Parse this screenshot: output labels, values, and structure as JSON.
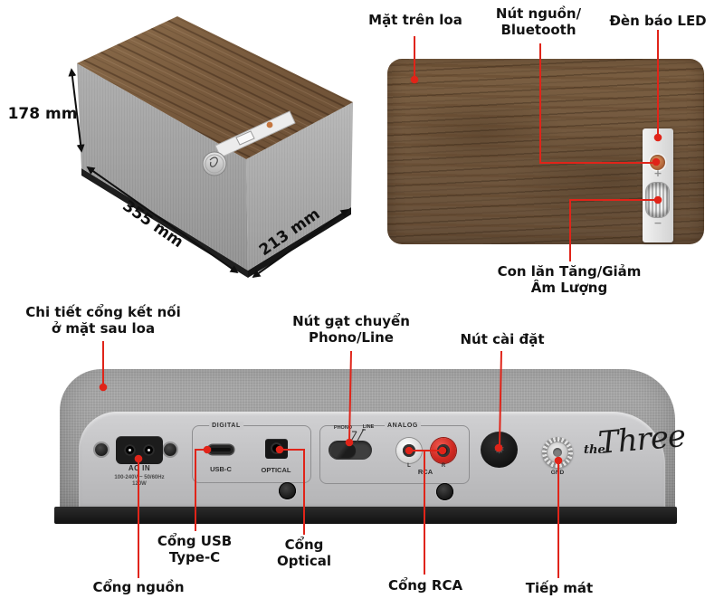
{
  "colors": {
    "accent": "#e02419",
    "wood": "#6e5640",
    "fabric": "#9c9c9c",
    "panel": "#c7c7c9"
  },
  "isometric": {
    "height": "178 mm",
    "width": "355 mm",
    "depth": "213 mm"
  },
  "top_view": {
    "label_top_face": "Mặt trên loa",
    "label_power_1": "Nút nguồn/",
    "label_power_2": "Bluetooth",
    "label_led": "Đèn báo LED",
    "label_volume_1": "Con lăn Tăng/Giảm",
    "label_volume_2": "Âm Lượng",
    "plus": "+",
    "minus": "−"
  },
  "rear_view": {
    "label_detail_1": "Chi tiết cổng kết nối",
    "label_detail_2": "ở mặt sau loa",
    "label_phono_1": "Nút gạt chuyển",
    "label_phono_2": "Phono/Line",
    "label_settings": "Nút cài đặt",
    "label_usb_1": "Cổng USB",
    "label_usb_2": "Type-C",
    "label_optical_1": "Cổng",
    "label_optical_2": "Optical",
    "label_power_port": "Cổng nguồn",
    "label_rca": "Cổng RCA",
    "label_ground": "Tiếp mát",
    "panel": {
      "ac_in": "AC IN",
      "ac_spec": "100-240V ~ 50/60Hz",
      "ac_watt": "120W",
      "digital": "DIGITAL",
      "usb_c": "USB-C",
      "optical": "OPTICAL",
      "analog": "ANALOG",
      "phono": "PHONO",
      "line": "LINE",
      "left": "L",
      "right": "R",
      "rca": "RCA",
      "gnd": "GND",
      "logo_the": "the",
      "logo_three": "Three"
    }
  }
}
